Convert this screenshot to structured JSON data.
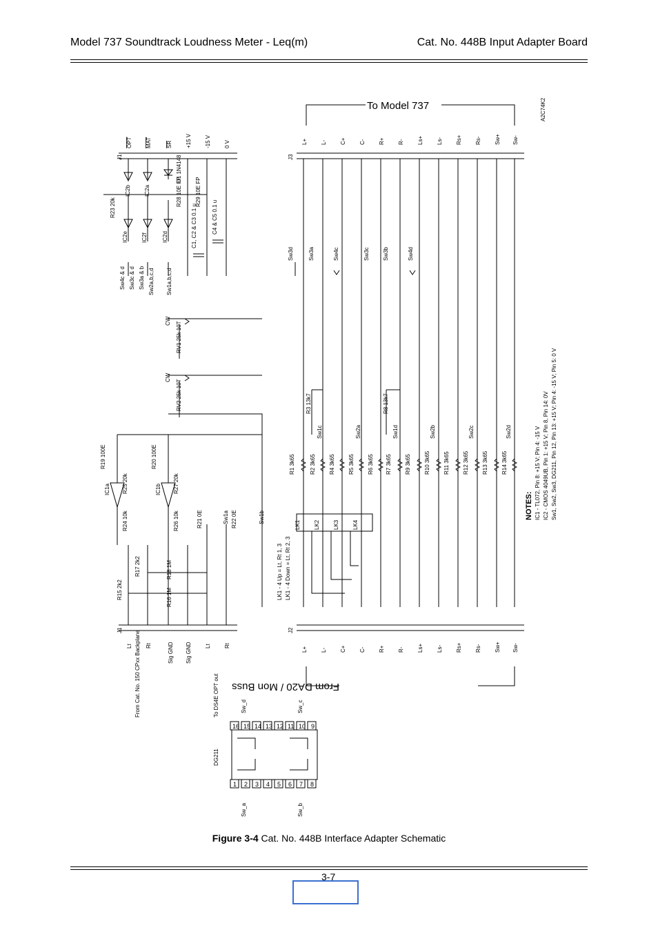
{
  "header": {
    "left": "Model 737 Soundtrack Loudness Meter - Leq(m)",
    "right": "Cat. No. 448B Input Adapter Board"
  },
  "schematic": {
    "title_top": "To Model 737",
    "title_bottom": "From DA20 / Mon Buss",
    "drawing_id": "A2C74K2",
    "connector_j3": "J3",
    "connector_j2": "J2",
    "connector_j1": "J1",
    "signals": [
      "L+",
      "L-",
      "C+",
      "C-",
      "R+",
      "R-",
      "Ls+",
      "Ls-",
      "Rs+",
      "Rs-",
      "Sw+",
      "Sw-"
    ],
    "j1_top_pins": [
      "OPT",
      "MAT",
      "SR",
      "+15 V",
      "-15 V",
      "0 V"
    ],
    "j1_bottom_pins": [
      "Lt",
      "Rt",
      "Sig GND",
      "Sig GND",
      "Lt",
      "Rt"
    ],
    "from_backplane": "From Cat. No. 150 CPxx Backplane",
    "to_ds4e": "To DS4E OPT out",
    "logic_labels": [
      "Sw4c & d",
      "Sw3c & d",
      "Sw3a & b",
      "Sw2a,b,c,d",
      "Sw1a,b,c,d"
    ],
    "ic_labels": [
      "IC2b",
      "IC2a",
      "IC2e",
      "IC2f",
      "IC2d",
      "IC1a",
      "IC1b"
    ],
    "parts": {
      "d1": "D1 1N4148",
      "r23": "R23 20k",
      "r28": "R28 10E FP",
      "r29": "R29 10E FP",
      "c123": "C1, C2 & C3 0.1 u",
      "c45": "C4 & C5 0.1 u",
      "rv1": "RV1 25k 10T",
      "rv2": "RV2 25k 10T",
      "cw": "CW",
      "r19": "R19 100E",
      "r20": "R20 100E",
      "r25": "R25 20k",
      "r27": "R27 20k",
      "r24": "R24 10k",
      "r26": "R26 10k",
      "r21": "R21 0E",
      "r22": "R22 0E",
      "r17": "R17 2k2",
      "r15": "R15 2k2",
      "r18": "R18 1M",
      "r16": "R16 1M",
      "r3": "R3 13k7",
      "r8": "R8 13k7",
      "sw1a": "Sw1a",
      "sw1b": "Sw1b"
    },
    "switches_top": [
      "Sw3d",
      "Sw3a",
      "Sw4c",
      "Sw3c",
      "Sw3b",
      "Sw4d"
    ],
    "switches_mid": [
      "Sw1c",
      "Sw2a",
      "Sw1d",
      "Sw2b",
      "Sw2c",
      "Sw2d"
    ],
    "resistors": [
      "R1 3k65",
      "R2 3k65",
      "R4 3k65",
      "R5 3k65",
      "R6 3k65",
      "R7 3k65",
      "R9 3k65",
      "R10 3k65",
      "R11 3k65",
      "R12 3k65",
      "R13 3k65",
      "R14 3k65"
    ],
    "links": [
      "LK1",
      "LK2",
      "LK3",
      "LK4"
    ],
    "lk_note_1": "LK1 - 4 Up     = Lt, Rt 1, 3",
    "lk_note_2": "LK1 - 4 Down = Lt, Rt 2, 3",
    "dg211": {
      "name": "DG211",
      "top_pins": [
        "16",
        "15",
        "14",
        "13",
        "12",
        "11",
        "10",
        "9"
      ],
      "bottom_pins": [
        "1",
        "2",
        "3",
        "4",
        "5",
        "6",
        "7",
        "8"
      ],
      "sw_labels": [
        "Sw_d",
        "Sw_c",
        "Sw_a",
        "Sw_b"
      ]
    },
    "notes": {
      "heading": "NOTES:",
      "lines": [
        "IC1 - TL072, Pin 8: +15 V;  Pin 4: -15 V",
        "IC2 - CMOS 4049UB, Pin 1: +15 V;  Pin 8, Pin 14:  0V",
        "Sw1, Sw2, Sw3, DG211, Pin 12, Pin 13: +15 V; Pin 4: -15 V; Pin 5: 0 V"
      ]
    }
  },
  "caption": {
    "label": "Figure 3-4",
    "text": " Cat. No. 448B Interface Adapter Schematic"
  },
  "page_number": "3-7"
}
